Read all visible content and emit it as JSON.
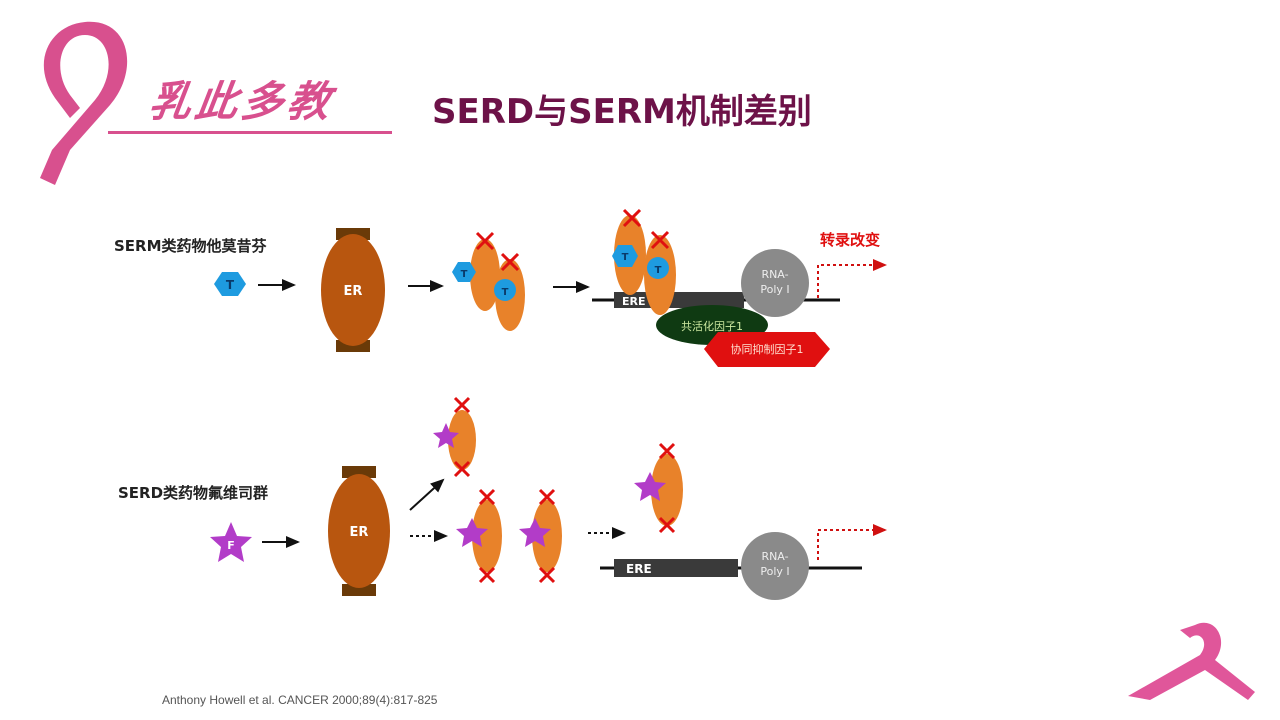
{
  "header": {
    "brand": "乳此多教",
    "title": "SERD与SERM机制差别"
  },
  "colors": {
    "brand_pink": "#d8508e",
    "title": "#6d1248",
    "receptor": "#e8822a",
    "er": "#b8560f",
    "tamoxifen": "#1e9be0",
    "fulvestrant": "#b23cc8",
    "coactivator": "#0f3a12",
    "corepressor": "#e01010",
    "rna_pol": "#8a8a8a"
  },
  "serm_row": {
    "label": "SERM类药物他莫昔芬",
    "drug_symbol": "T",
    "receptor_label": "ER",
    "dna_element": "ERE",
    "rna_pol": [
      "RNA-",
      "Poly I"
    ],
    "coactivator": "共活化因子1",
    "corepressor": "协同抑制因子1",
    "outcome": "转录改变"
  },
  "serd_row": {
    "label": "SERD类药物氟维司群",
    "drug_symbol": "F",
    "receptor_label": "ER",
    "dna_element": "ERE",
    "rna_pol": [
      "RNA-",
      "Poly I"
    ]
  },
  "citation": "Anthony Howell et al. CANCER 2000;89(4):817-825"
}
